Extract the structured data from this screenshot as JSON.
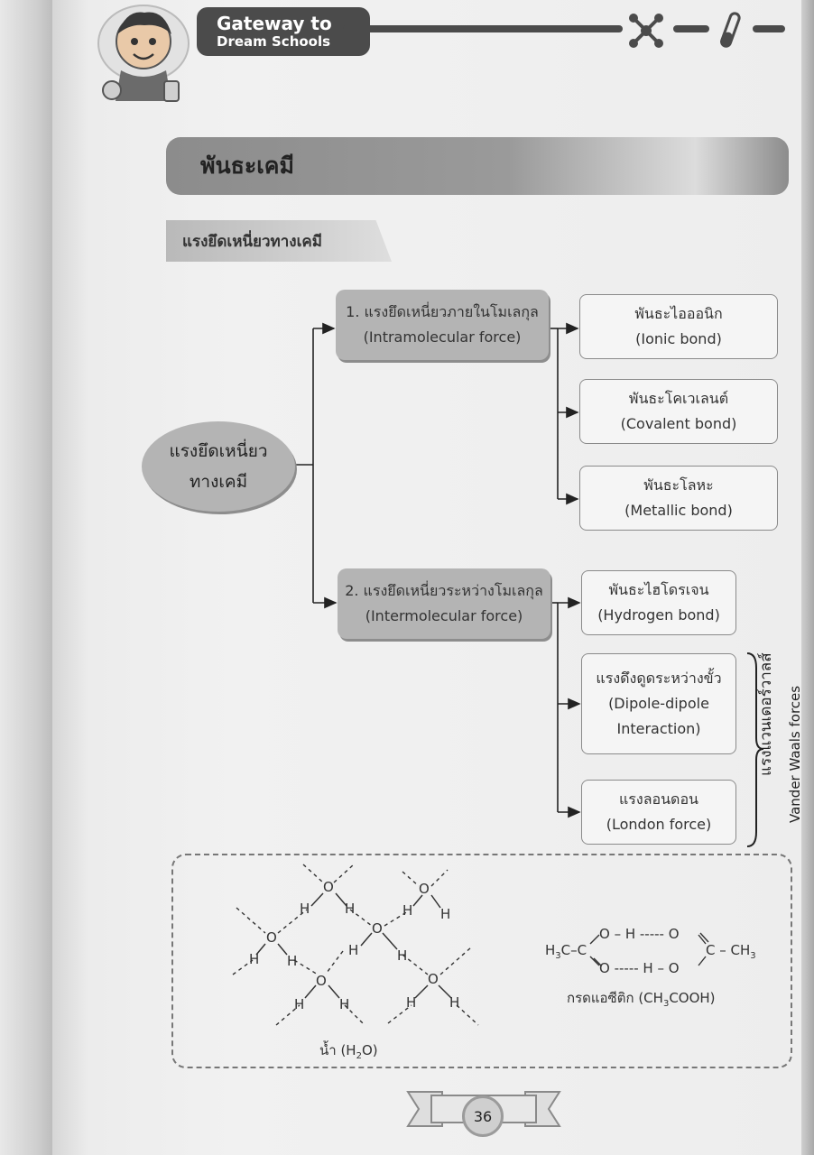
{
  "header": {
    "line1": "Gateway to",
    "line2": "Dream Schools"
  },
  "title": "พันธะเคมี",
  "subtitle": "แรงยึดเหนี่ยวทางเคมี",
  "diagram": {
    "root": {
      "line1": "แรงยึดเหนี่ยว",
      "line2": "ทางเคมี"
    },
    "intra": {
      "line1": "1. แรงยึดเหนี่ยวภายในโมเลกุล",
      "line2": "(Intramolecular force)"
    },
    "inter": {
      "line1": "2. แรงยึดเหนี่ยวระหว่างโมเลกุล",
      "line2": "(Intermolecular force)"
    },
    "intra_items": [
      {
        "th": "พันธะไอออนิก",
        "en": "(Ionic bond)"
      },
      {
        "th": "พันธะโคเวเลนต์",
        "en": "(Covalent bond)"
      },
      {
        "th": "พันธะโลหะ",
        "en": "(Metallic bond)"
      }
    ],
    "inter_items": [
      {
        "th": "พันธะไฮโดรเจน",
        "en": "(Hydrogen bond)"
      },
      {
        "th": "แรงดึงดูดระหว่างขั้ว",
        "en": "(Dipole-dipole",
        "en2": "Interaction)"
      },
      {
        "th": "แรงลอนดอน",
        "en": "(London force)"
      }
    ],
    "vdw_th": "แรงแวนเดอร์วาลส์",
    "vdw_en": "Vander Waals forces"
  },
  "molecules": {
    "water_caption_pre": "น้ำ (H",
    "water_caption_sub": "2",
    "water_caption_post": "O)",
    "acetic_caption_pre": "กรดแอซีติก (CH",
    "acetic_caption_sub": "3",
    "acetic_caption_post": "COOH)",
    "O": "O",
    "H": "H",
    "acetic_left_pre": "H",
    "acetic_left_sub": "3",
    "acetic_left_post": "C–C",
    "acetic_top": "O – H ----- O",
    "acetic_bottom": "O ----- H – O",
    "acetic_right_pre": "C – CH",
    "acetic_right_sub": "3"
  },
  "page_number": "36"
}
